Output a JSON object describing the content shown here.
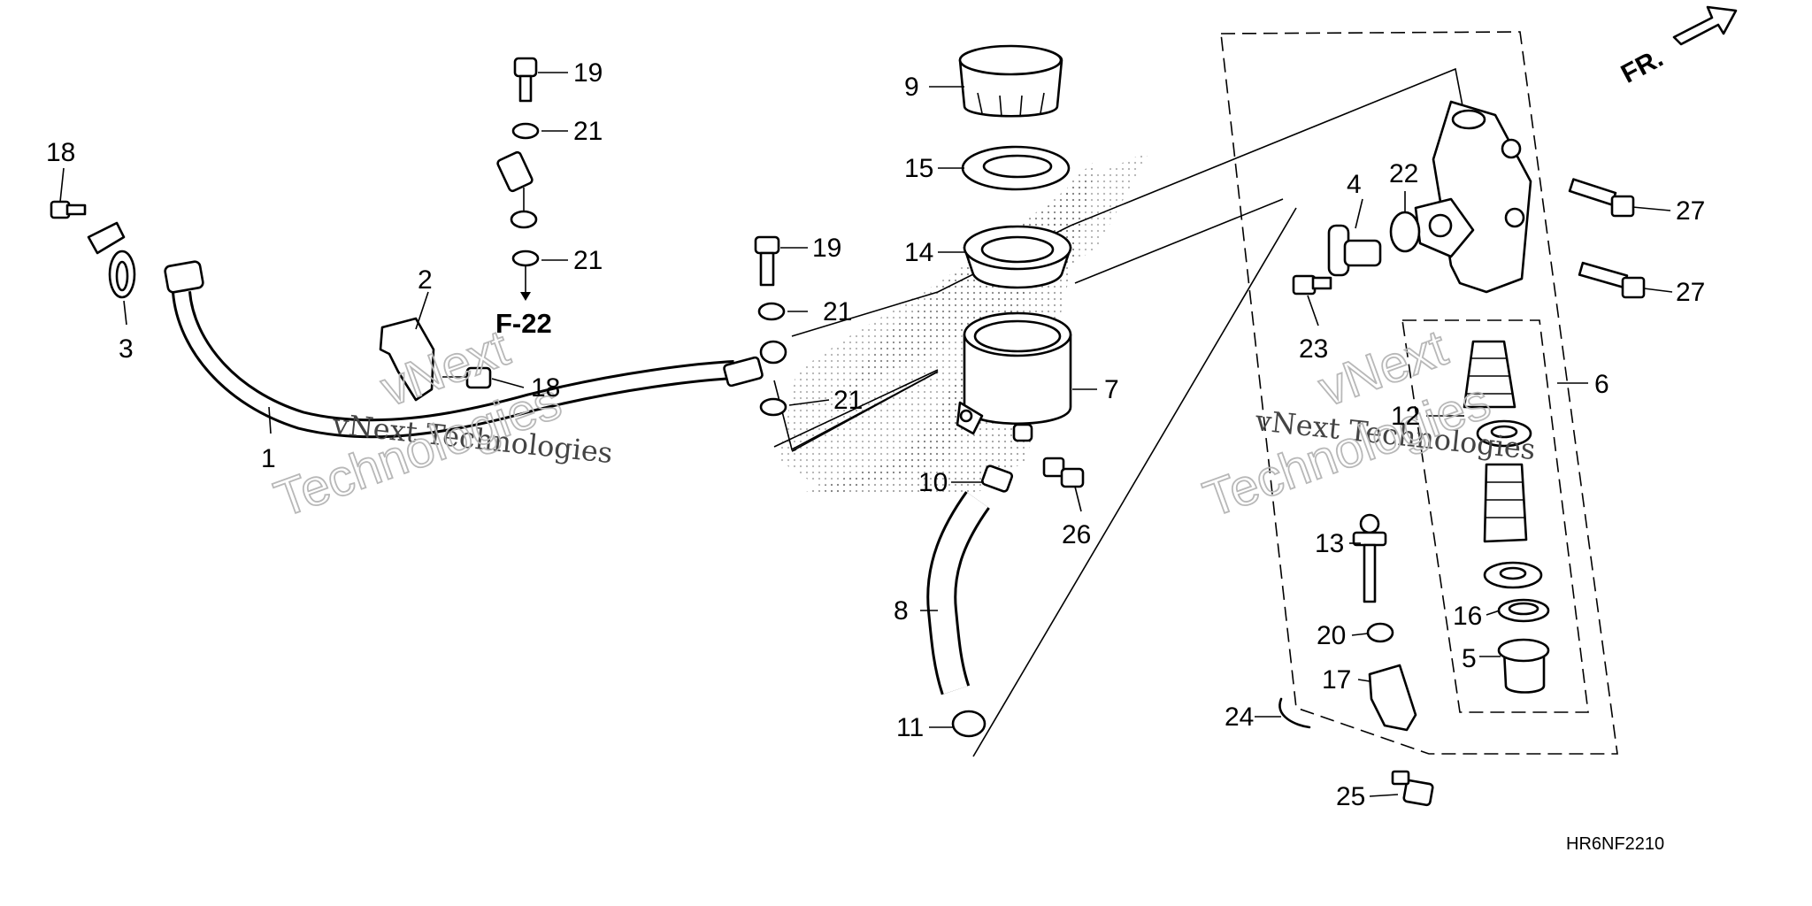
{
  "diagram": {
    "drawing_code": "HR6NF2210",
    "direction_label": "FR.",
    "reference_label": "F-22",
    "watermark": {
      "line1": "vNext Technologies",
      "line2_a": "vNext",
      "line2_b": "Technologies"
    },
    "callouts": [
      "1",
      "2",
      "3",
      "4",
      "5",
      "6",
      "7",
      "8",
      "9",
      "10",
      "11",
      "12",
      "13",
      "14",
      "15",
      "16",
      "17",
      "18",
      "18",
      "19",
      "19",
      "20",
      "21",
      "21",
      "21",
      "21",
      "22",
      "23",
      "24",
      "25",
      "26",
      "27",
      "27"
    ]
  }
}
